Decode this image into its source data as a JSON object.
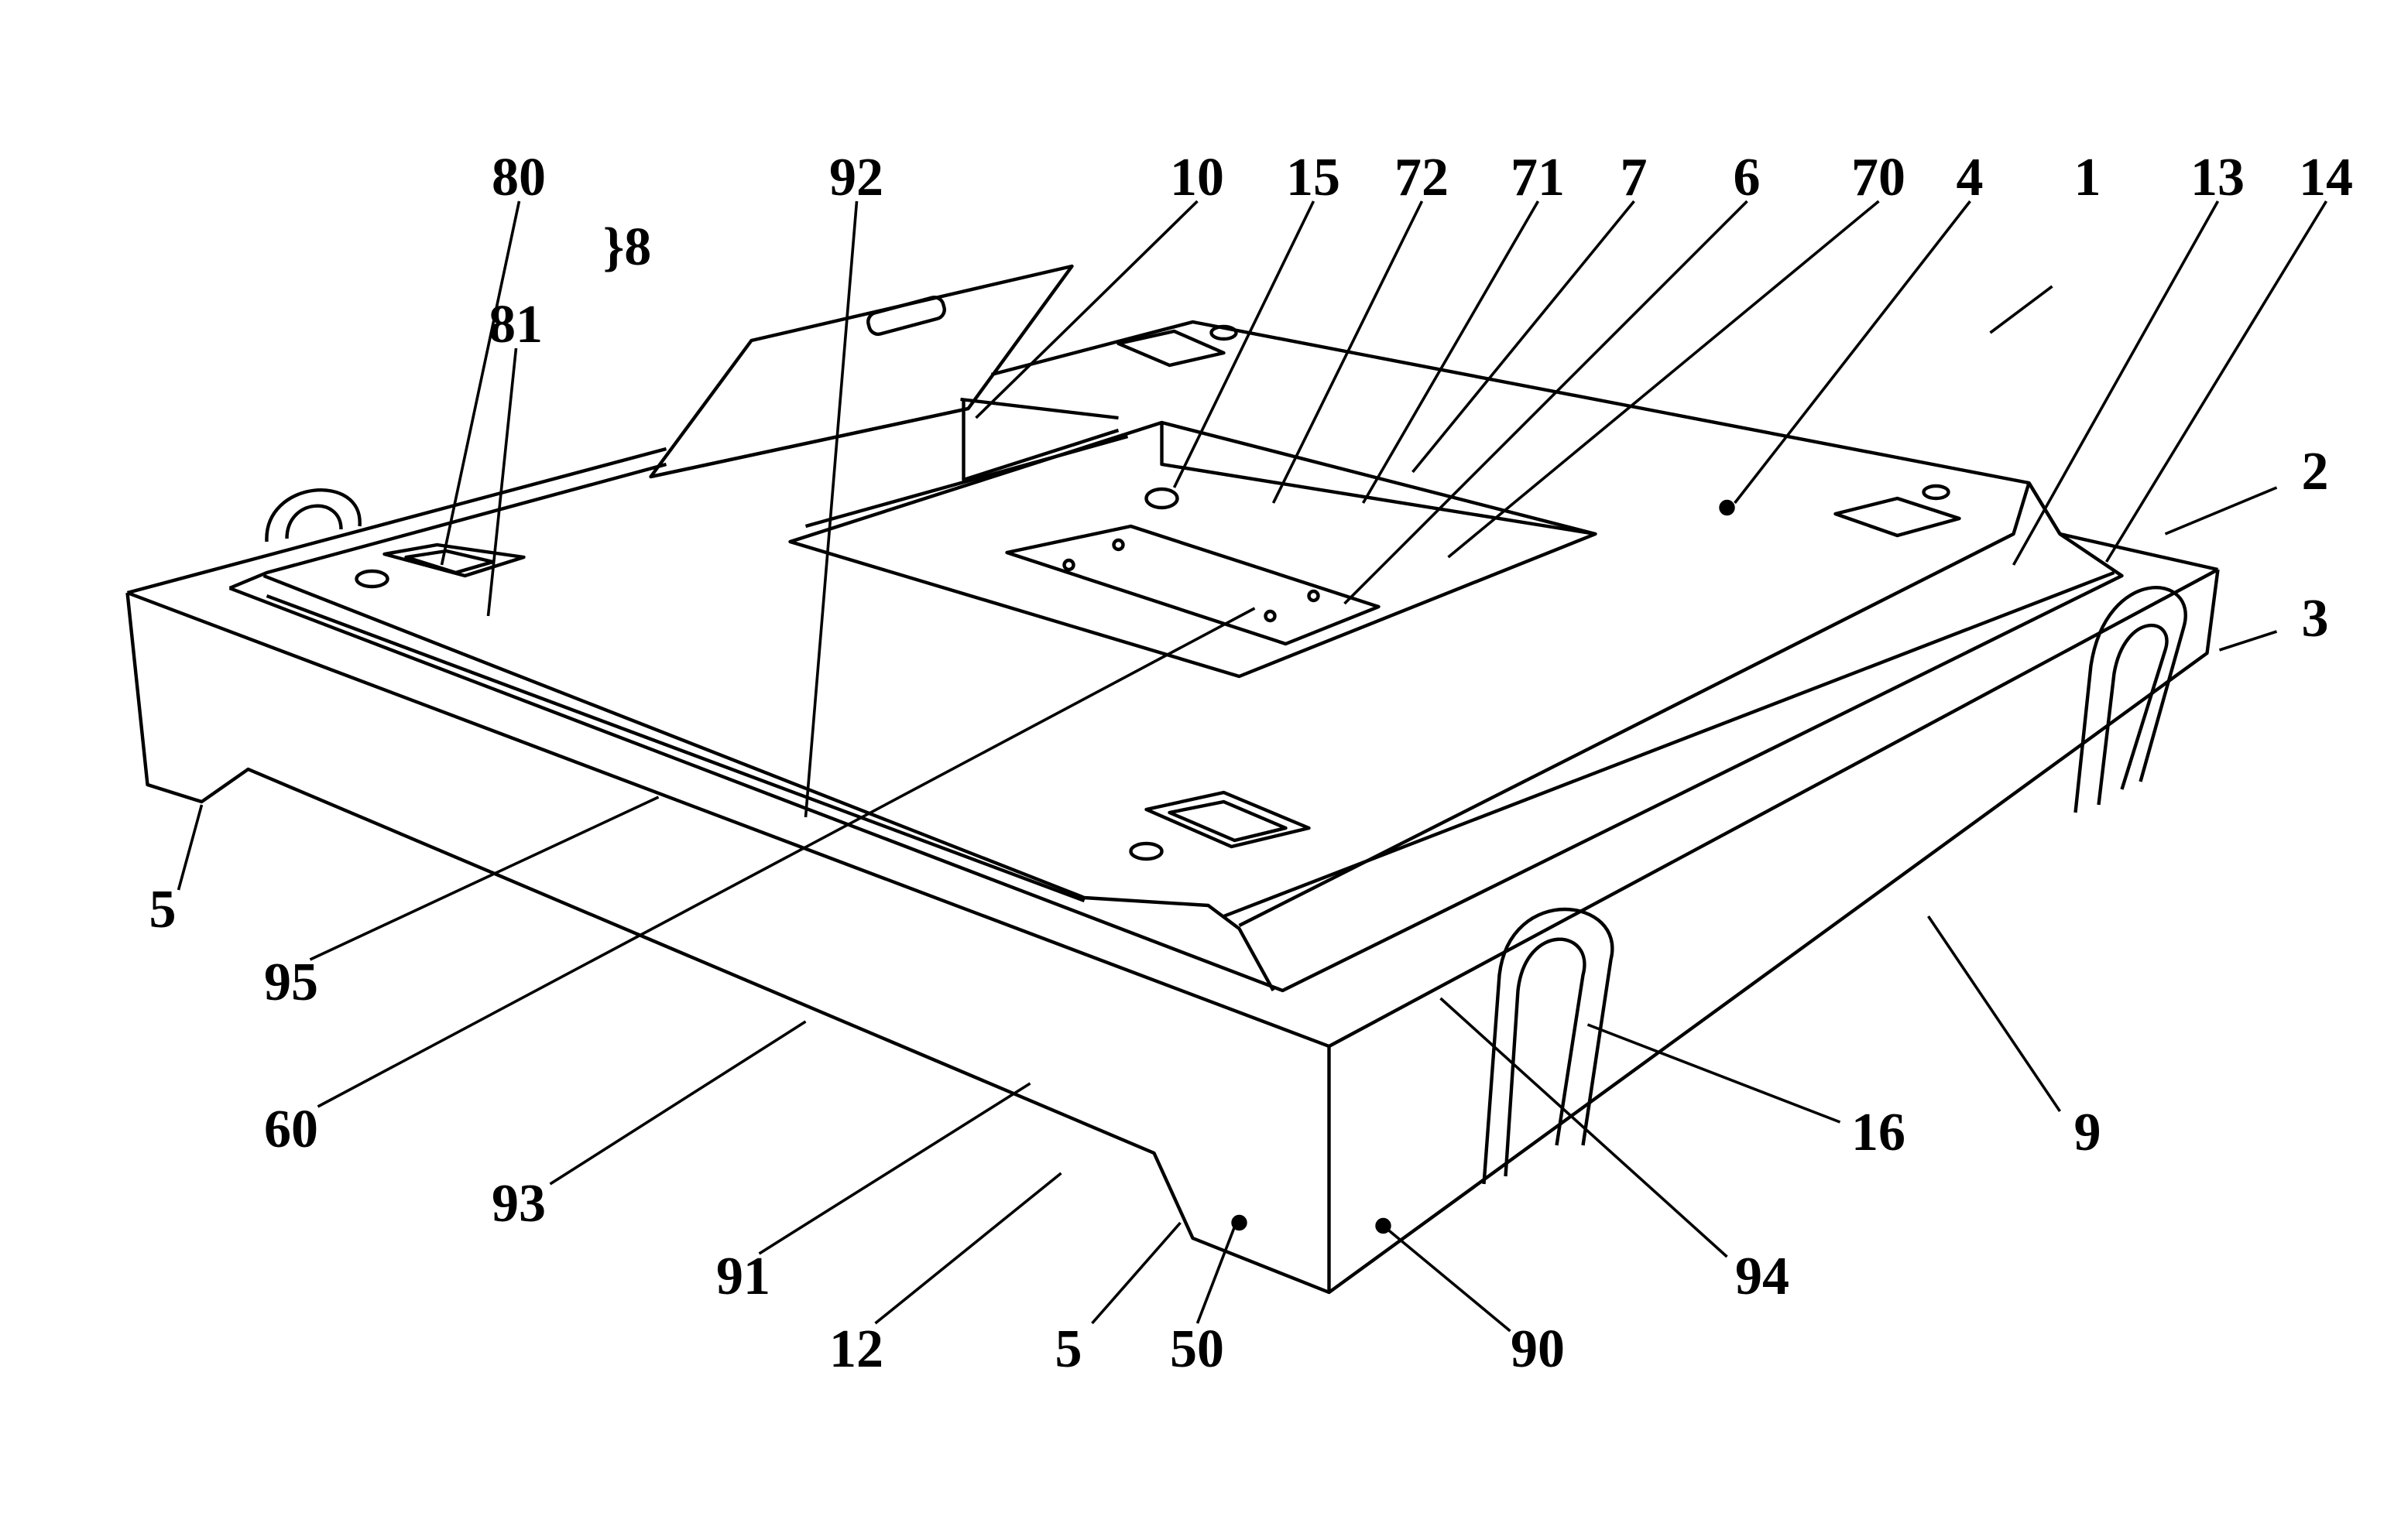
{
  "figure": {
    "ink_color": "#000000",
    "background": "#ffffff",
    "reference_numerals": {
      "n80": "80",
      "n92": "92",
      "n10": "10",
      "n15": "15",
      "n72": "72",
      "n71": "71",
      "n7": "7",
      "n6": "6",
      "n70": "70",
      "n4": "4",
      "n1": "1",
      "n13": "13",
      "n14": "14",
      "n8": "}8",
      "n81": "81",
      "n2": "2",
      "n3": "3",
      "n5a": "5",
      "n95": "95",
      "n60": "60",
      "n93": "93",
      "n91": "91",
      "n12": "12",
      "n5b": "5",
      "n50": "50",
      "n90": "90",
      "n94": "94",
      "n16": "16",
      "n9": "9"
    }
  }
}
